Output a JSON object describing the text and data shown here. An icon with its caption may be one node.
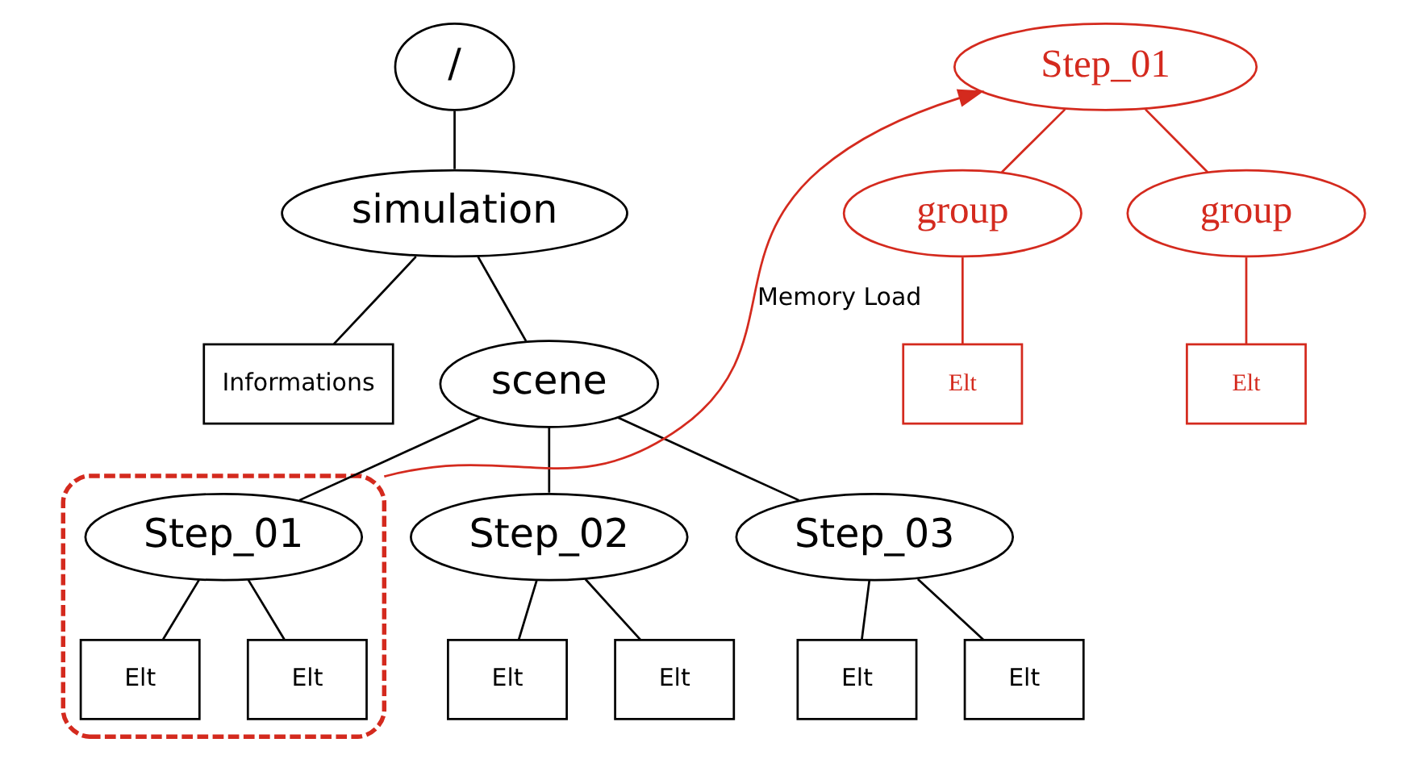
{
  "diagram": {
    "nodes": [
      {
        "text": [
          "/"
        ]
      },
      {
        "text": [
          "simulation"
        ]
      },
      {
        "text": [
          "Informations"
        ]
      },
      {
        "text": [
          "scene"
        ]
      },
      {
        "text": [],
        "shape": "cloud"
      },
      {
        "text": [
          "Step_01"
        ],
        "in": 4
      },
      {
        "text": [
          "Elt"
        ],
        "in": 4
      },
      {
        "text": [
          "Elt"
        ],
        "in": 4
      },
      {
        "text": [
          "Step_02"
        ]
      },
      {
        "text": [
          "Step_03"
        ]
      },
      {
        "text": [
          "Elt"
        ]
      },
      {
        "text": [
          "Elt"
        ]
      },
      {
        "text": [
          "Elt"
        ]
      },
      {
        "text": [
          "Elt"
        ]
      },
      {
        "text": [
          "Step_01"
        ]
      },
      {
        "text": [
          "group"
        ]
      },
      {
        "text": [
          "group"
        ]
      },
      {
        "text": [
          "Elt"
        ]
      },
      {
        "text": [
          "Elt"
        ]
      }
    ],
    "edges": [
      {
        "from": 0,
        "to": 1,
        "arrow": "none"
      },
      {
        "from": 1,
        "to": 3,
        "arrow": "none"
      },
      {
        "from": 1,
        "to": 2,
        "arrow": "none"
      },
      {
        "from": 3,
        "to": 5,
        "arrow": "none"
      },
      {
        "from": 3,
        "to": 8,
        "arrow": "none"
      },
      {
        "from": 3,
        "to": 9,
        "arrow": "none"
      },
      {
        "from": 5,
        "to": 6,
        "arrow": "none"
      },
      {
        "from": 5,
        "to": 7,
        "arrow": "none"
      },
      {
        "from": 8,
        "to": 10,
        "arrow": "none"
      },
      {
        "from": 8,
        "to": 11,
        "arrow": "none"
      },
      {
        "from": 9,
        "to": 12,
        "arrow": "none"
      },
      {
        "from": 9,
        "to": 13,
        "arrow": "none"
      },
      {
        "from": 4,
        "to": 14,
        "arrow": "to",
        "label": "Memory Load",
        "color": "#d42a1e"
      },
      {
        "from": 14,
        "to": 15,
        "arrow": "none",
        "color": "#d42a1e"
      },
      {
        "from": 14,
        "to": 16,
        "arrow": "none",
        "color": "#d42a1e"
      },
      {
        "from": 15,
        "to": 17,
        "arrow": "none",
        "color": "#d42a1e"
      },
      {
        "from": 16,
        "to": 18,
        "arrow": "none",
        "color": "#d42a1e"
      }
    ]
  }
}
